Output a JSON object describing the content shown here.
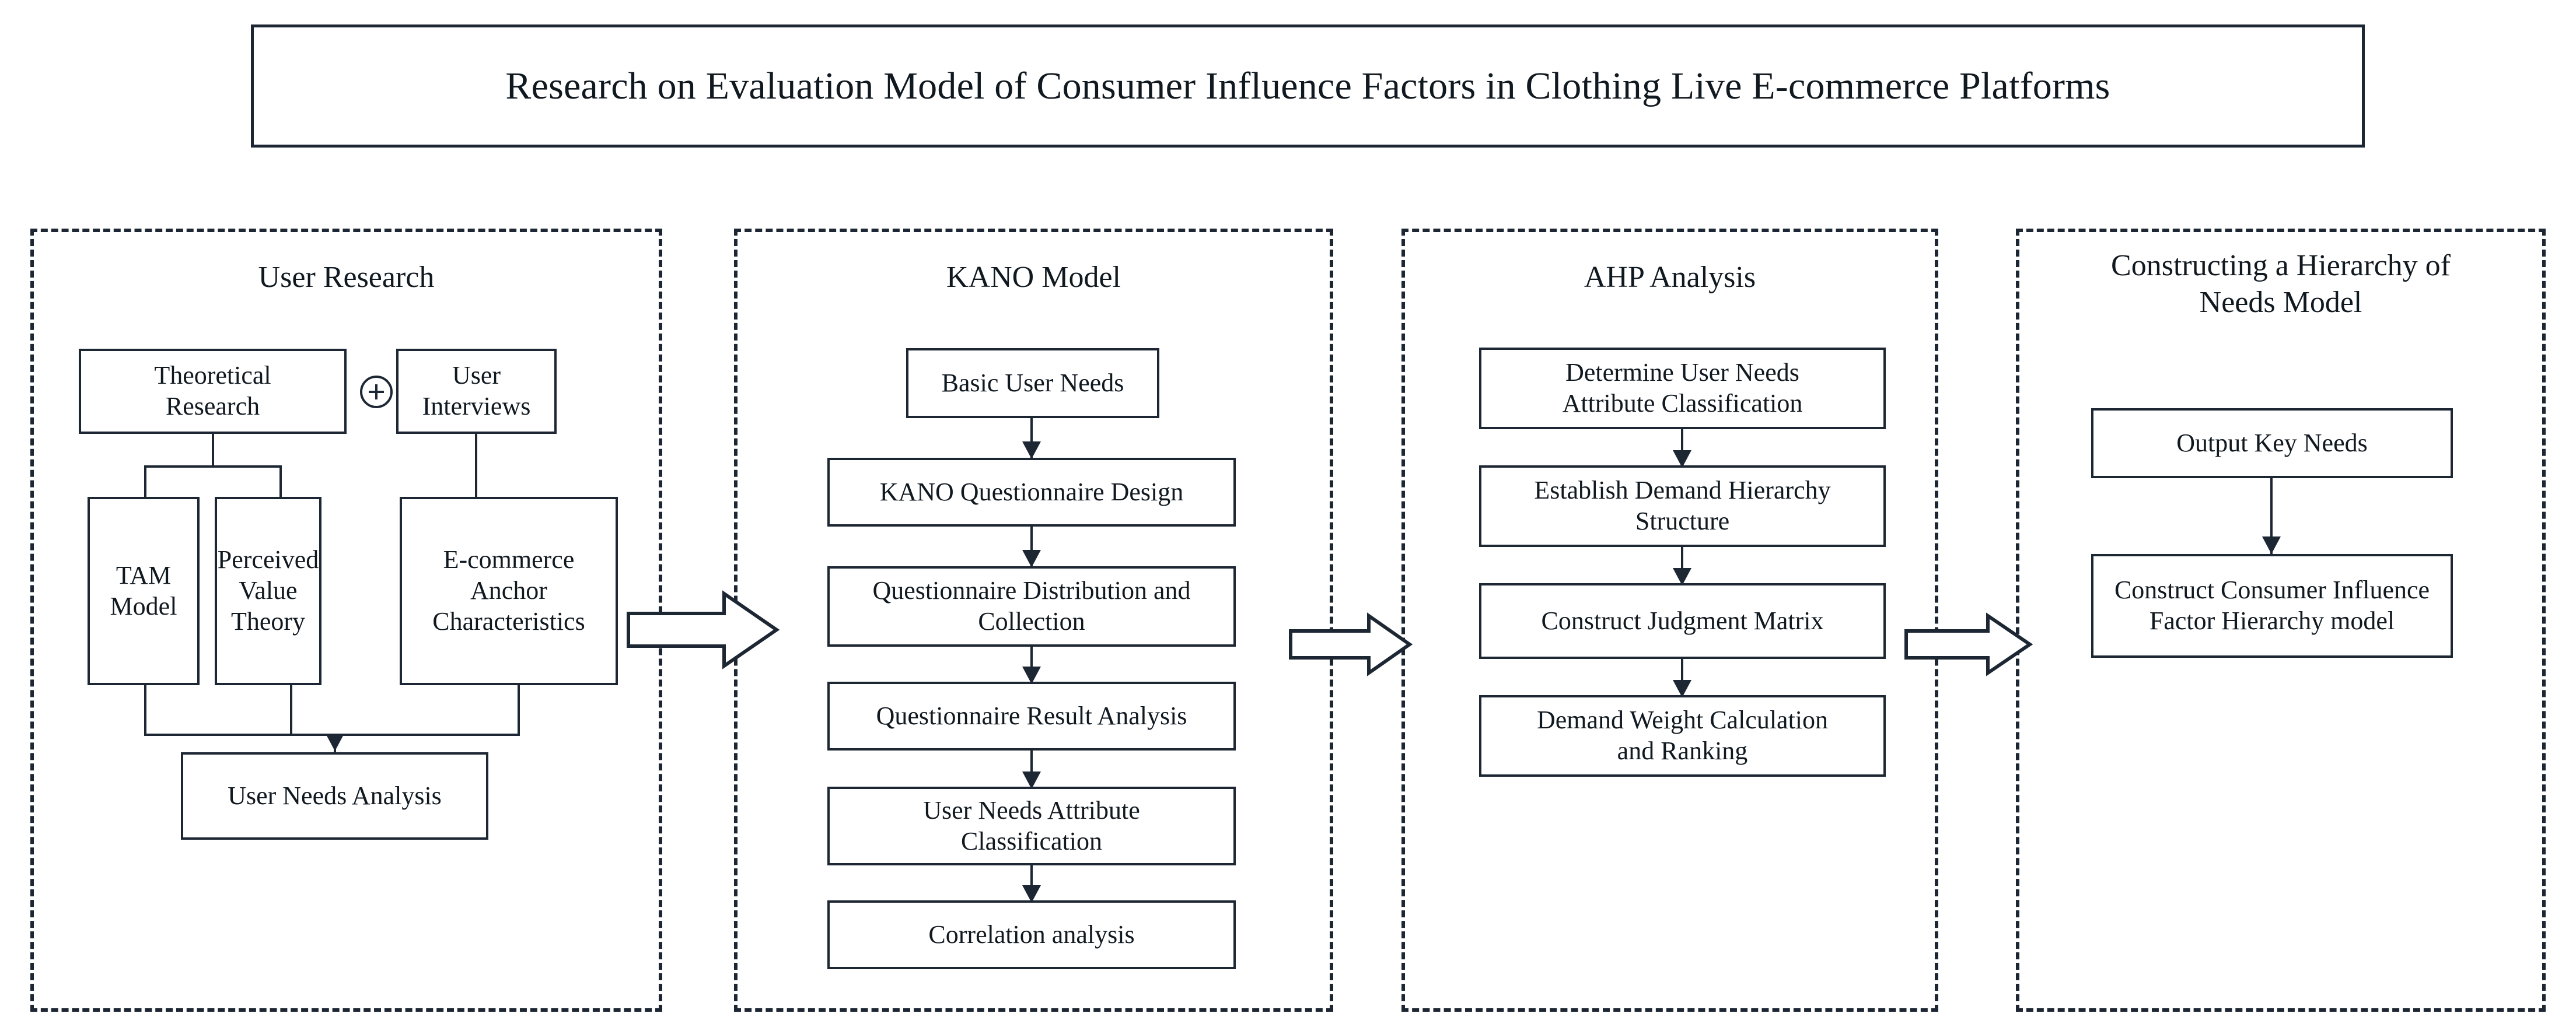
{
  "title": {
    "text": "Research on Evaluation Model of Consumer Influence Factors in Clothing Live E-commerce Platforms"
  },
  "panels": [
    {
      "id": "user-research",
      "title": "User Research",
      "nodes": [
        {
          "id": "theoretical-research",
          "label": "Theoretical\nResearch"
        },
        {
          "id": "user-interviews",
          "label": "User\nInterviews"
        },
        {
          "id": "tam-model",
          "label": "TAM\nModel"
        },
        {
          "id": "perceived-value-theory",
          "label": "Perceived\nValue\nTheory"
        },
        {
          "id": "ecommerce-anchor-characteristics",
          "label": "E-commerce\nAnchor\nCharacteristics"
        },
        {
          "id": "user-needs-analysis",
          "label": "User Needs Analysis"
        }
      ],
      "operator": "plus"
    },
    {
      "id": "kano-model",
      "title": "KANO Model",
      "nodes": [
        {
          "id": "basic-user-needs",
          "label": "Basic User Needs"
        },
        {
          "id": "kano-questionnaire-design",
          "label": "KANO Questionnaire Design"
        },
        {
          "id": "questionnaire-distribution-and-collection",
          "label": "Questionnaire Distribution and\nCollection"
        },
        {
          "id": "questionnaire-result-analysis",
          "label": "Questionnaire Result Analysis"
        },
        {
          "id": "user-needs-attribute-classification",
          "label": "User Needs Attribute\nClassification"
        },
        {
          "id": "correlation-analysis",
          "label": "Correlation analysis"
        }
      ]
    },
    {
      "id": "ahp-analysis",
      "title": "AHP  Analysis",
      "nodes": [
        {
          "id": "determine-user-needs-attribute-classification",
          "label": "Determine User Needs\nAttribute Classification"
        },
        {
          "id": "establish-demand-hierarchy-structure",
          "label": "Establish Demand Hierarchy\nStructure"
        },
        {
          "id": "construct-judgment-matrix",
          "label": "Construct Judgment Matrix"
        },
        {
          "id": "demand-weight-calculation-and-ranking",
          "label": "Demand Weight Calculation\nand Ranking"
        }
      ]
    },
    {
      "id": "constructing-hierarchy-of-needs-model",
      "title": "Constructing a Hierarchy of\nNeeds Model",
      "nodes": [
        {
          "id": "output-key-needs",
          "label": "Output Key Needs"
        },
        {
          "id": "construct-consumer-influence-factor-hierarchy-model",
          "label": "Construct Consumer Influence\nFactor Hierarchy model"
        }
      ]
    }
  ],
  "stage_arrows": [
    {
      "id": "arrow-user-research-to-kano",
      "from": "user-research",
      "to": "kano-model"
    },
    {
      "id": "arrow-kano-to-ahp",
      "from": "kano-model",
      "to": "ahp-analysis"
    },
    {
      "id": "arrow-ahp-to-hierarchy",
      "from": "ahp-analysis",
      "to": "constructing-hierarchy-of-needs-model"
    }
  ],
  "colors": {
    "stroke": "#1d2733",
    "text": "#101820",
    "background": "#ffffff"
  }
}
